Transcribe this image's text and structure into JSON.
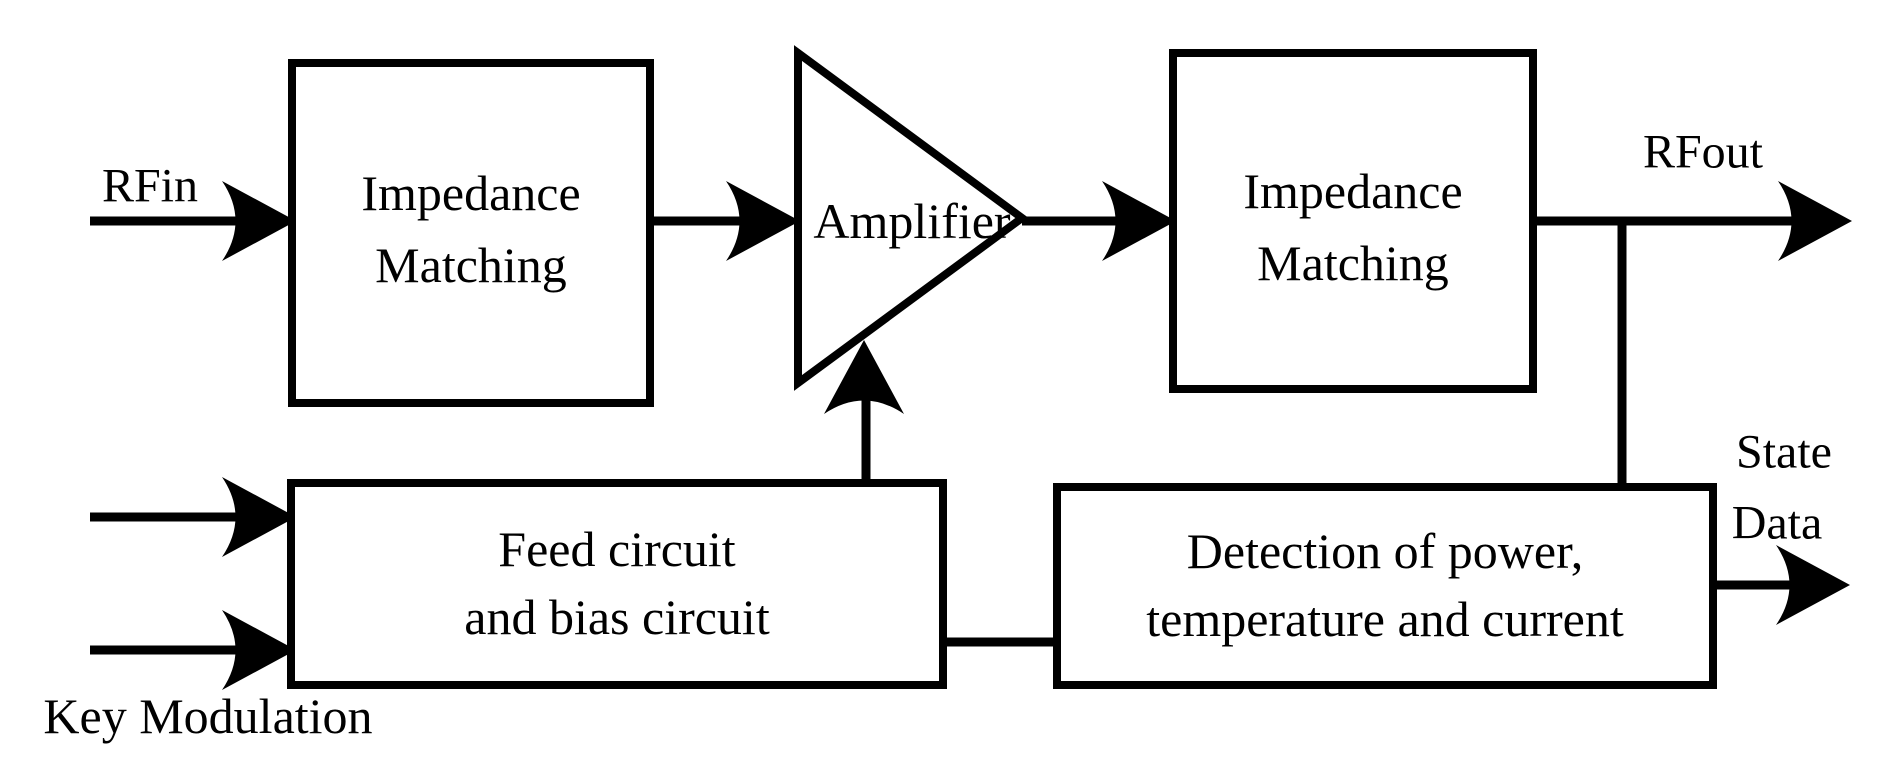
{
  "diagram": {
    "colors": {
      "ink": "#000000",
      "background": "#ffffff"
    },
    "labels": {
      "rfin": "RFin",
      "rfout": "RFout",
      "key_modulation": "Key Modulation",
      "state_line1": "State",
      "state_line2": "Data"
    },
    "blocks": {
      "impedance_in": {
        "line1": "Impedance",
        "line2": "Matching"
      },
      "amplifier": {
        "label": "Amplifier"
      },
      "impedance_out": {
        "line1": "Impedance",
        "line2": "Matching"
      },
      "feed_bias": {
        "line1": "Feed circuit",
        "line2": "and bias circuit"
      },
      "detection": {
        "line1": "Detection of power,",
        "line2": "temperature and current"
      }
    }
  }
}
